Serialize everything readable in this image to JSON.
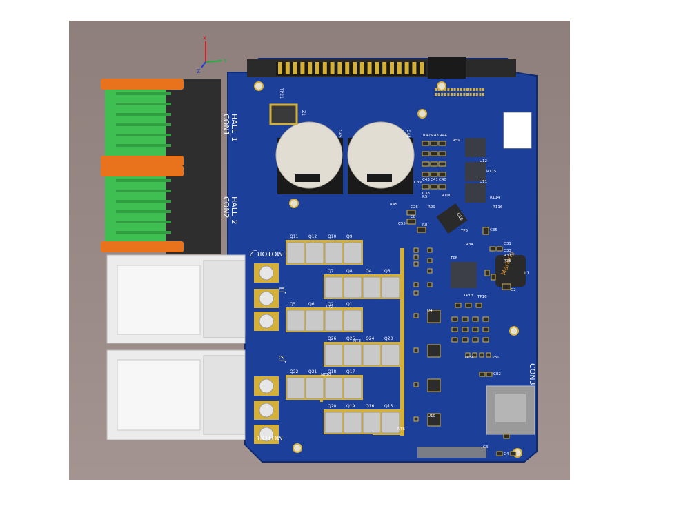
{
  "colors": {
    "background": "#9a8a87",
    "board": "#1c3f9a",
    "silkscreen": "#ffffff",
    "gold_pad": "#d4b038",
    "mosfet_body": "#c9c9c9",
    "capacitor_body": "#e2ddd2",
    "connector_green": "#3fbf52",
    "connector_orange": "#e8731c",
    "connector_white": "#ececec",
    "inductor_body": "#2a2a2a",
    "marking_text": "#d08a22"
  },
  "axes": {
    "x": "X",
    "y": "Y",
    "z": "Z"
  },
  "labels": {
    "hall1_a": "HALL_1",
    "hall1_b": "CON1",
    "hall2_a": "HALL_2",
    "hall2_b": "CON2",
    "motor2": "MOTOR_2",
    "motor": "MOTOR",
    "j1": "J1",
    "j2": "J2",
    "con3": "CON3",
    "tp21": "TP21",
    "z1": "Z1",
    "c45": "C45",
    "c44": "C44",
    "marking": "Marking",
    "l1": "L1",
    "c10": "C10"
  },
  "mosfets": [
    {
      "ref": "Q11"
    },
    {
      "ref": "Q12"
    },
    {
      "ref": "Q10"
    },
    {
      "ref": "Q9"
    },
    {
      "ref": "Q7"
    },
    {
      "ref": "Q8"
    },
    {
      "ref": "Q4"
    },
    {
      "ref": "Q3"
    },
    {
      "ref": "Q5"
    },
    {
      "ref": "Q6"
    },
    {
      "ref": "Q2"
    },
    {
      "ref": "Q1"
    },
    {
      "ref": "Q26"
    },
    {
      "ref": "Q25"
    },
    {
      "ref": "Q24"
    },
    {
      "ref": "Q23"
    },
    {
      "ref": "Q22"
    },
    {
      "ref": "Q21"
    },
    {
      "ref": "Q18"
    },
    {
      "ref": "Q17"
    },
    {
      "ref": "Q20"
    },
    {
      "ref": "Q19"
    },
    {
      "ref": "Q16"
    },
    {
      "ref": "Q15"
    }
  ],
  "small_labels": [
    {
      "text": "NT2"
    },
    {
      "text": "NT3"
    },
    {
      "text": "NT10"
    },
    {
      "text": "NT6"
    },
    {
      "text": "R42"
    },
    {
      "text": "R43"
    },
    {
      "text": "R44"
    },
    {
      "text": "C43"
    },
    {
      "text": "C41"
    },
    {
      "text": "C40"
    },
    {
      "text": "C39"
    },
    {
      "text": "C38"
    },
    {
      "text": "R99"
    },
    {
      "text": "R100"
    },
    {
      "text": "R45"
    },
    {
      "text": "C26"
    },
    {
      "text": "C8"
    },
    {
      "text": "C55"
    },
    {
      "text": "R8"
    },
    {
      "text": "U12"
    },
    {
      "text": "U11"
    },
    {
      "text": "R114"
    },
    {
      "text": "R115"
    },
    {
      "text": "R116"
    },
    {
      "text": "C35"
    },
    {
      "text": "C31"
    },
    {
      "text": "C33"
    },
    {
      "text": "R34"
    },
    {
      "text": "R37"
    },
    {
      "text": "R36"
    },
    {
      "text": "TP5"
    },
    {
      "text": "TP8"
    },
    {
      "text": "TP13"
    },
    {
      "text": "TP16"
    },
    {
      "text": "D2"
    },
    {
      "text": "U4"
    },
    {
      "text": "TP34"
    },
    {
      "text": "TP31"
    },
    {
      "text": "C82"
    },
    {
      "text": "U10"
    },
    {
      "text": "C3"
    },
    {
      "text": "C4"
    },
    {
      "text": "R59"
    },
    {
      "text": "R5"
    }
  ]
}
